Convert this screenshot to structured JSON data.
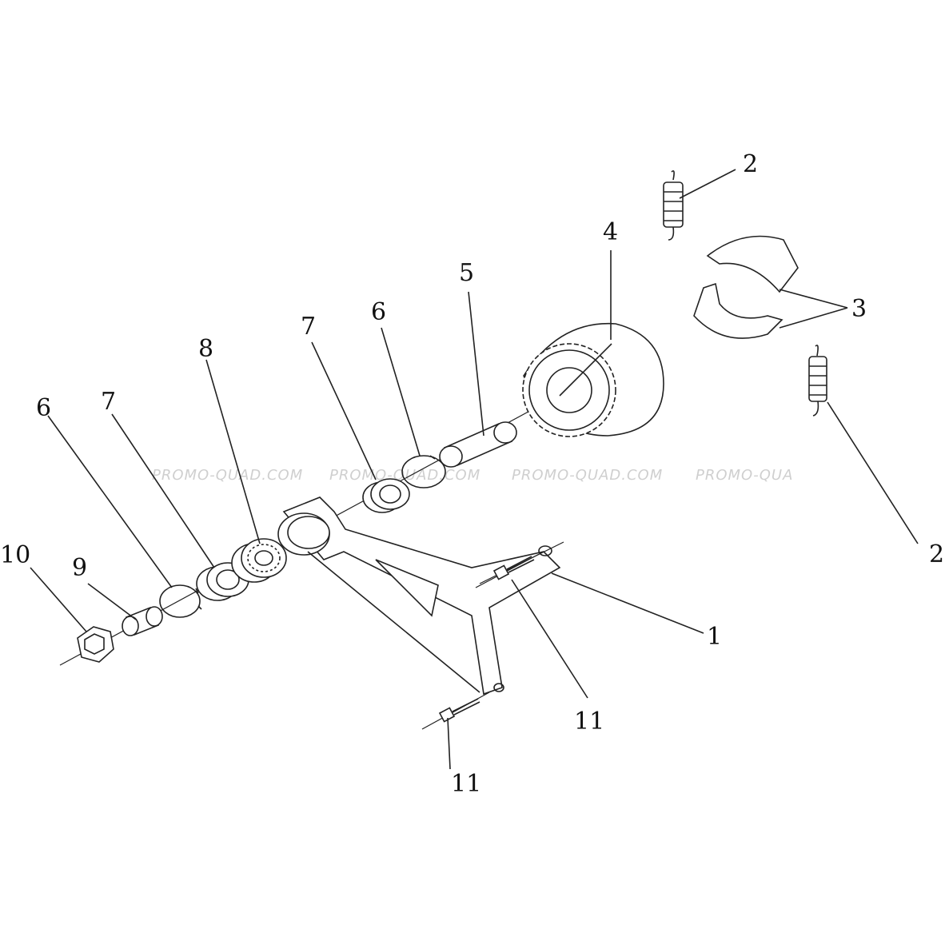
{
  "diagram": {
    "watermarks": [
      "PROMO-QUAD.COM",
      "PROMO-QUAD.COM",
      "PROMO-QUAD.COM",
      "PROMO-QUA"
    ],
    "callouts": [
      "1",
      "2",
      "2",
      "3",
      "4",
      "5",
      "6",
      "6",
      "7",
      "7",
      "8",
      "9",
      "10",
      "11",
      "11"
    ],
    "colors": {
      "ink": "#222222",
      "watermark": "#cfcfcf",
      "background": "#ffffff"
    }
  }
}
